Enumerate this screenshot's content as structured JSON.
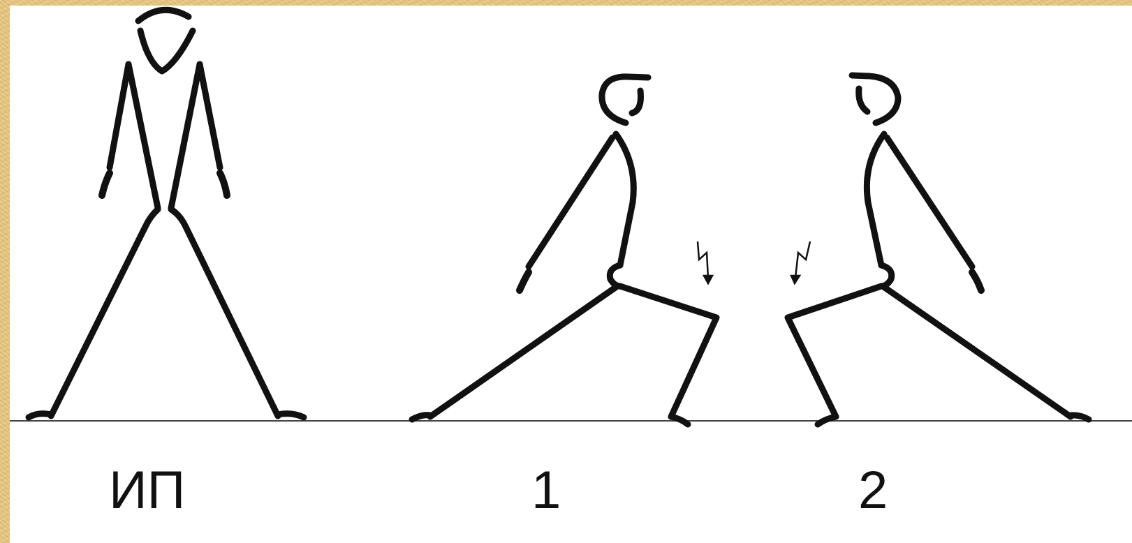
{
  "labels": {
    "start": "ИП",
    "step1": "1",
    "step2": "2"
  },
  "colors": {
    "border": "#e9c782",
    "background": "#ffffff",
    "stroke": "#111111",
    "ground": "#444444"
  }
}
